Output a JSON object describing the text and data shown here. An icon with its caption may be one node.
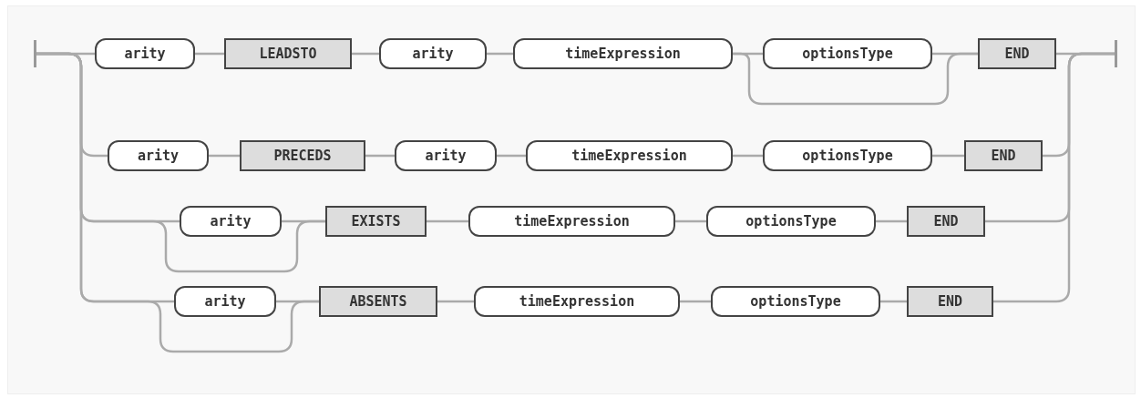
{
  "diagram": {
    "nodes": [
      {
        "text": [],
        "shape": "bar"
      },
      {
        "text": [
          "arity"
        ]
      },
      {
        "text": [
          "LEADSTO"
        ]
      },
      {
        "text": [
          "arity"
        ]
      },
      {
        "text": [
          "timeExpression"
        ]
      },
      {
        "text": [
          "optionsType"
        ]
      },
      {
        "text": [
          "END"
        ]
      },
      {
        "text": [
          "arity"
        ]
      },
      {
        "text": [
          "PRECEDS"
        ]
      },
      {
        "text": [
          "arity"
        ]
      },
      {
        "text": [
          "timeExpression"
        ]
      },
      {
        "text": [
          "optionsType"
        ]
      },
      {
        "text": [
          "END"
        ]
      },
      {
        "text": [
          "arity"
        ]
      },
      {
        "text": [
          "EXISTS"
        ]
      },
      {
        "text": [
          "timeExpression"
        ]
      },
      {
        "text": [
          "optionsType"
        ]
      },
      {
        "text": [
          "END"
        ]
      },
      {
        "text": [
          "arity"
        ]
      },
      {
        "text": [
          "ABSENTS"
        ]
      },
      {
        "text": [
          "timeExpression"
        ]
      },
      {
        "text": [
          "optionsType"
        ]
      },
      {
        "text": [
          "END"
        ]
      },
      {
        "text": [],
        "shape": "bar"
      }
    ],
    "edges": [
      {
        "from": 0,
        "to": 1,
        "arrow": "none"
      },
      {
        "from": 1,
        "to": 2,
        "arrow": "none"
      },
      {
        "from": 2,
        "to": 3,
        "arrow": "none"
      },
      {
        "from": 3,
        "to": 4,
        "arrow": "none"
      },
      {
        "from": 4,
        "to": 5,
        "arrow": "none"
      },
      {
        "from": 5,
        "to": 6,
        "arrow": "none"
      },
      {
        "from": 4,
        "to": 6,
        "arrow": "none"
      },
      {
        "from": 6,
        "to": 23,
        "arrow": "none"
      },
      {
        "from": 0,
        "to": 7,
        "arrow": "none"
      },
      {
        "from": 7,
        "to": 8,
        "arrow": "none"
      },
      {
        "from": 8,
        "to": 9,
        "arrow": "none"
      },
      {
        "from": 9,
        "to": 10,
        "arrow": "none"
      },
      {
        "from": 10,
        "to": 11,
        "arrow": "none"
      },
      {
        "from": 11,
        "to": 12,
        "arrow": "none"
      },
      {
        "from": 12,
        "to": 23,
        "arrow": "none"
      },
      {
        "from": 0,
        "to": 13,
        "arrow": "none"
      },
      {
        "from": 13,
        "to": 14,
        "arrow": "none"
      },
      {
        "from": 0,
        "to": 14,
        "arrow": "none"
      },
      {
        "from": 14,
        "to": 15,
        "arrow": "none"
      },
      {
        "from": 15,
        "to": 16,
        "arrow": "none"
      },
      {
        "from": 16,
        "to": 17,
        "arrow": "none"
      },
      {
        "from": 17,
        "to": 23,
        "arrow": "none"
      },
      {
        "from": 0,
        "to": 18,
        "arrow": "none"
      },
      {
        "from": 18,
        "to": 19,
        "arrow": "none"
      },
      {
        "from": 0,
        "to": 19,
        "arrow": "none"
      },
      {
        "from": 19,
        "to": 20,
        "arrow": "none"
      },
      {
        "from": 20,
        "to": 21,
        "arrow": "none"
      },
      {
        "from": 21,
        "to": 22,
        "arrow": "none"
      },
      {
        "from": 22,
        "to": 23,
        "arrow": "none"
      }
    ]
  }
}
